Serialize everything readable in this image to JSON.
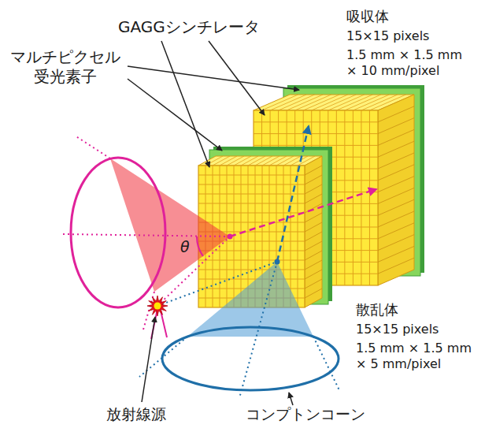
{
  "diagram": {
    "labels": [
      "GAGGシンチレータ",
      "マルチピクセル 受光素子",
      "吸収体",
      "15×15 pixels",
      "1.5 mm × 1.5 mm × 10 mm/pixel",
      "散乱体",
      "15×15 pixels",
      "1.5 mm × 1.5 mm × 5 mm/pixel",
      "θ",
      "放射線源",
      "コンプトンコーン"
    ]
  }
}
